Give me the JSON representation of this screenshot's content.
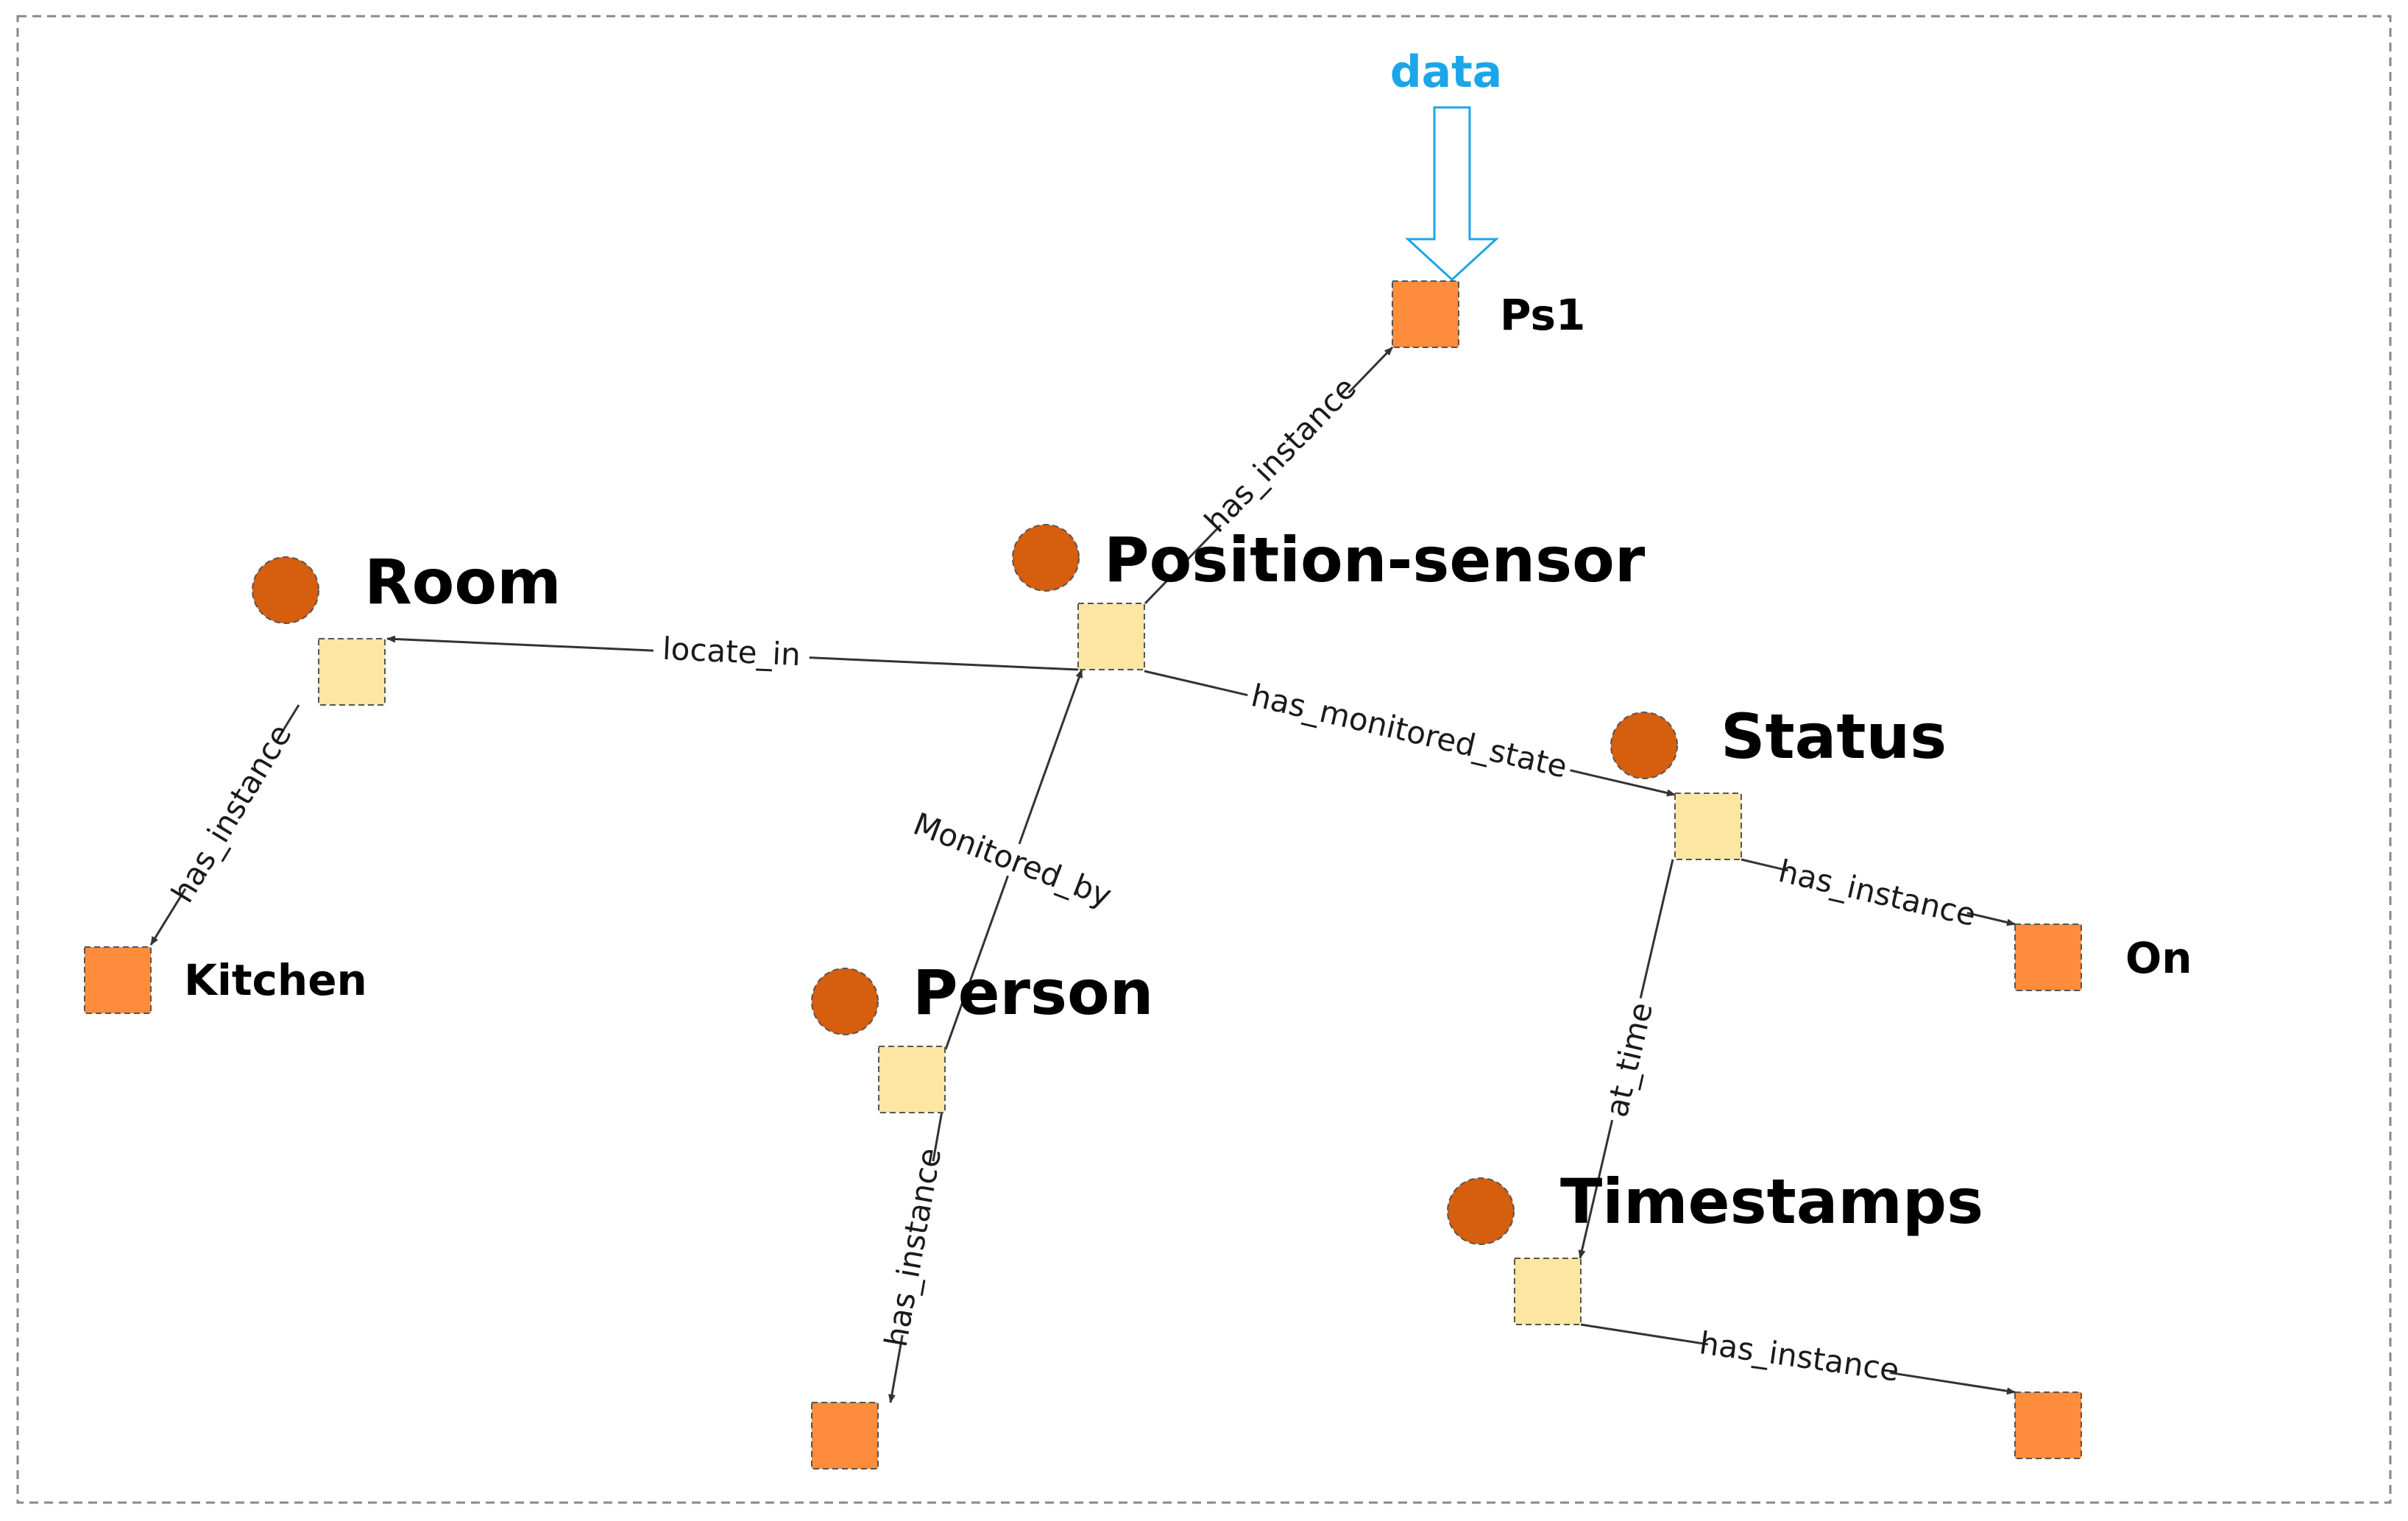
{
  "input": {
    "label": "data",
    "color": "#1BA6E8"
  },
  "colors": {
    "class_circle": "#D55E0F",
    "class_square": "#FCE6A1",
    "instance_square": "#FD8C3D",
    "edge": "#333333",
    "frame": "#888888"
  },
  "classes": [
    {
      "id": "position-sensor",
      "label": "Position-sensor"
    },
    {
      "id": "room",
      "label": "Room"
    },
    {
      "id": "status",
      "label": "Status"
    },
    {
      "id": "person",
      "label": "Person"
    },
    {
      "id": "timestamps",
      "label": "Timestamps"
    }
  ],
  "instances": [
    {
      "id": "ps1",
      "label": "Ps1"
    },
    {
      "id": "kitchen",
      "label": "Kitchen"
    },
    {
      "id": "on",
      "label": "On"
    },
    {
      "id": "person-instance",
      "label": ""
    },
    {
      "id": "timestamps-instance",
      "label": ""
    }
  ],
  "edges": [
    {
      "id": "ps-has-instance",
      "label": "has_instance"
    },
    {
      "id": "locate-in",
      "label": "locate_in"
    },
    {
      "id": "has-monitored-state",
      "label": "has_monitored_state"
    },
    {
      "id": "monitored-by",
      "label": "Monitored_by"
    },
    {
      "id": "room-has-instance",
      "label": "has_instance"
    },
    {
      "id": "status-has-instance",
      "label": "has_instance"
    },
    {
      "id": "at-time",
      "label": "at_time"
    },
    {
      "id": "person-has-instance",
      "label": "has_instance"
    },
    {
      "id": "timestamps-has-instance",
      "label": "has_instance"
    }
  ]
}
